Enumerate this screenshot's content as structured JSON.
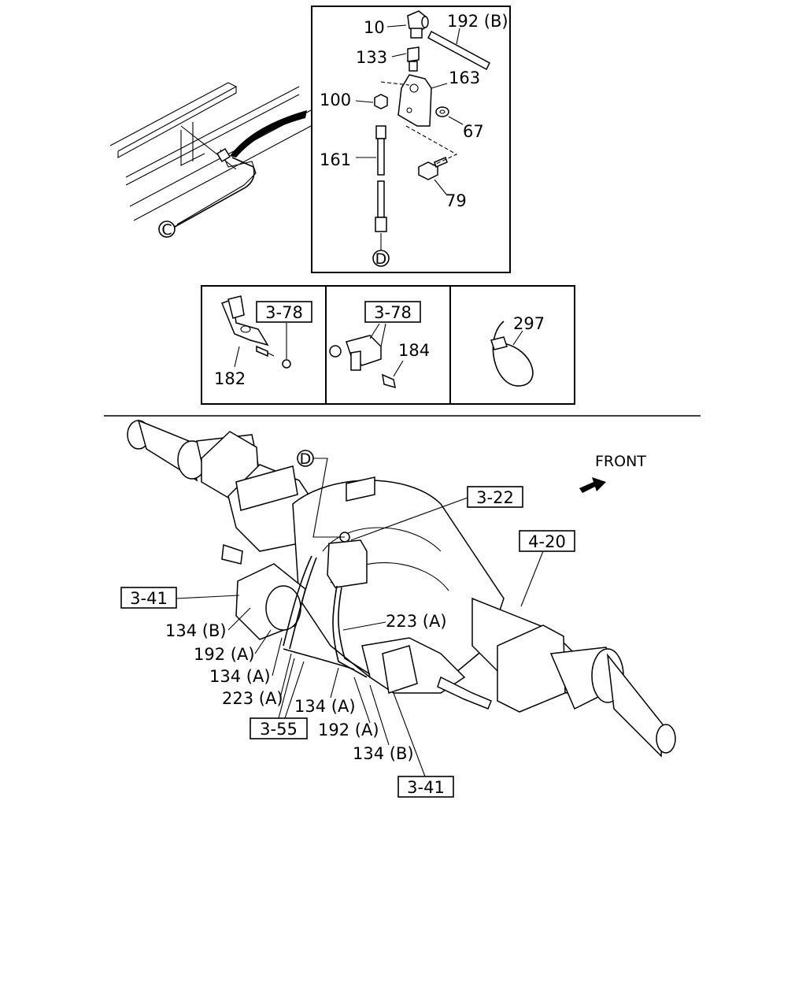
{
  "detail_top": {
    "labels": {
      "p10": "10",
      "p192b": "192 (B)",
      "p133": "133",
      "p163": "163",
      "p100": "100",
      "p67": "67",
      "p161": "161",
      "p79": "79"
    },
    "connector_c": "C",
    "connector_d": "D"
  },
  "detail_strip": {
    "left": {
      "ref": "3-78",
      "part": "182"
    },
    "middle": {
      "ref": "3-78",
      "part": "184"
    },
    "right": {
      "part": "297"
    }
  },
  "main": {
    "front_label": "FRONT",
    "connector_d": "D",
    "refs": {
      "r322": "3-22",
      "r420": "4-20",
      "r341_left": "3-41",
      "r355": "3-55",
      "r341_bottom": "3-41"
    },
    "labels": {
      "l223a_right": "223 (A)",
      "l134b_left": "134 (B)",
      "l192a_left": "192 (A)",
      "l134a_left": "134 (A)",
      "l223a_left": "223 (A)",
      "l134a_mid": "134 (A)",
      "l192a_mid": "192 (A)",
      "l134b_bottom": "134 (B)"
    }
  }
}
